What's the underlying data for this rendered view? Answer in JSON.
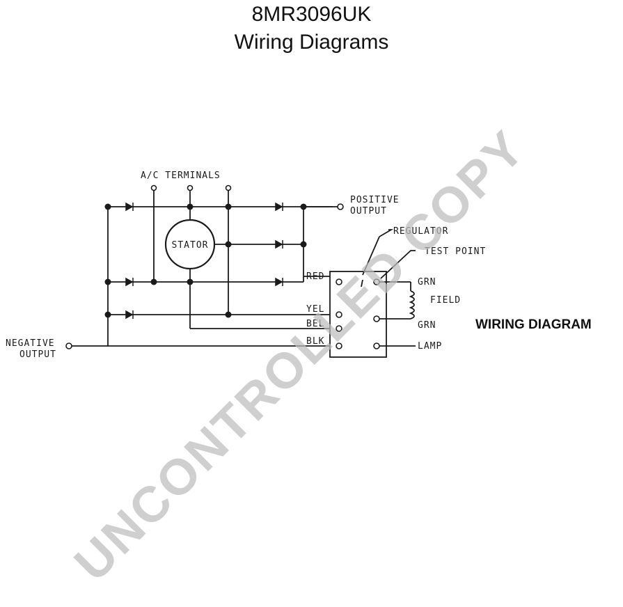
{
  "header": {
    "part_number": "8MR3096UK",
    "subtitle": "Wiring Diagrams"
  },
  "diagram": {
    "ac_terminals_label": "A/C TERMINALS",
    "stator_label": "STATOR",
    "positive_output_label_1": "POSITIVE",
    "positive_output_label_2": "OUTPUT",
    "negative_output_label_1": "NEGATIVE",
    "negative_output_label_2": "OUTPUT",
    "regulator_label": "REGULATOR",
    "test_point_label": "TEST POINT",
    "field_label": "FIELD",
    "grn_top_label": "GRN",
    "grn_bottom_label": "GRN",
    "lamp_label": "LAMP",
    "red_label": "RED",
    "yel_label": "YEL",
    "blu_label": "BEL",
    "blk_label": "BLK",
    "wiring_diagram_label": "WIRING DIAGRAM"
  },
  "watermark": {
    "text": "UNCONTROLLED COPY"
  }
}
